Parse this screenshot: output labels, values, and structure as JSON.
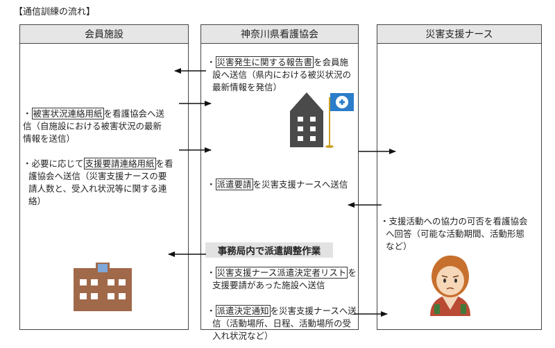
{
  "title": "【通信訓練の流れ】",
  "columns": {
    "member": {
      "header": "会員施設",
      "items": [
        {
          "pre": "・",
          "boxed": "被害状況連絡用紙",
          "l1": "を看護協会へ送",
          "l2": "信（自施設における被害状況の最新",
          "l3": "情報を送信）"
        },
        {
          "pre": "・必要に応じて",
          "boxed": "支援要請連絡用紙",
          "l1": "を看",
          "l2": "護協会へ送信（災害支援ナースの要",
          "l3": "請人数と、受入れ状況等に関する連",
          "l4": "絡）"
        }
      ]
    },
    "association": {
      "header": "神奈川県看護協会",
      "items": [
        {
          "pre": "・",
          "boxed": "災害発生に関する報告書",
          "l1": "を会員施",
          "l2": "設へ送信（県内における被災状況の",
          "l3": "最新情報を発信）"
        },
        {
          "pre": "・",
          "boxed": "派遣要請",
          "l1": "を災害支援ナースへ送信"
        },
        {
          "pre": "・",
          "boxed": "災害支援ナース派遣決定者リスト",
          "l1": "を",
          "l2": "支援要請があった施設へ送信"
        },
        {
          "pre": "・",
          "boxed": "派遣決定通知",
          "l1": "を災害支援ナースへ送",
          "l2": "信（活動場所、日程、活動場所の受",
          "l3": "入れ状況など）"
        }
      ],
      "center_label": "事務局内で派遣調整作業"
    },
    "nurse": {
      "header": "災害支援ナース",
      "items": [
        {
          "l1": "・支援活動への協力の可否を看護協会",
          "l2": "へ回答（可能な活動期間、活動形態",
          "l3": "など）"
        }
      ]
    }
  },
  "icons": {
    "office_building": "office-building-icon",
    "cross_flag": "cross-flag-icon",
    "facility": "facility-building-icon",
    "nurse": "nurse-person-icon"
  },
  "colors": {
    "header_bg": "#e6e6e6",
    "building_dark": "#4a4a4a",
    "facility_brown": "#a0694a",
    "facility_window": "#7fa7d9",
    "flag_blue": "#2b7cc9",
    "flag_pole": "#c9a227"
  }
}
